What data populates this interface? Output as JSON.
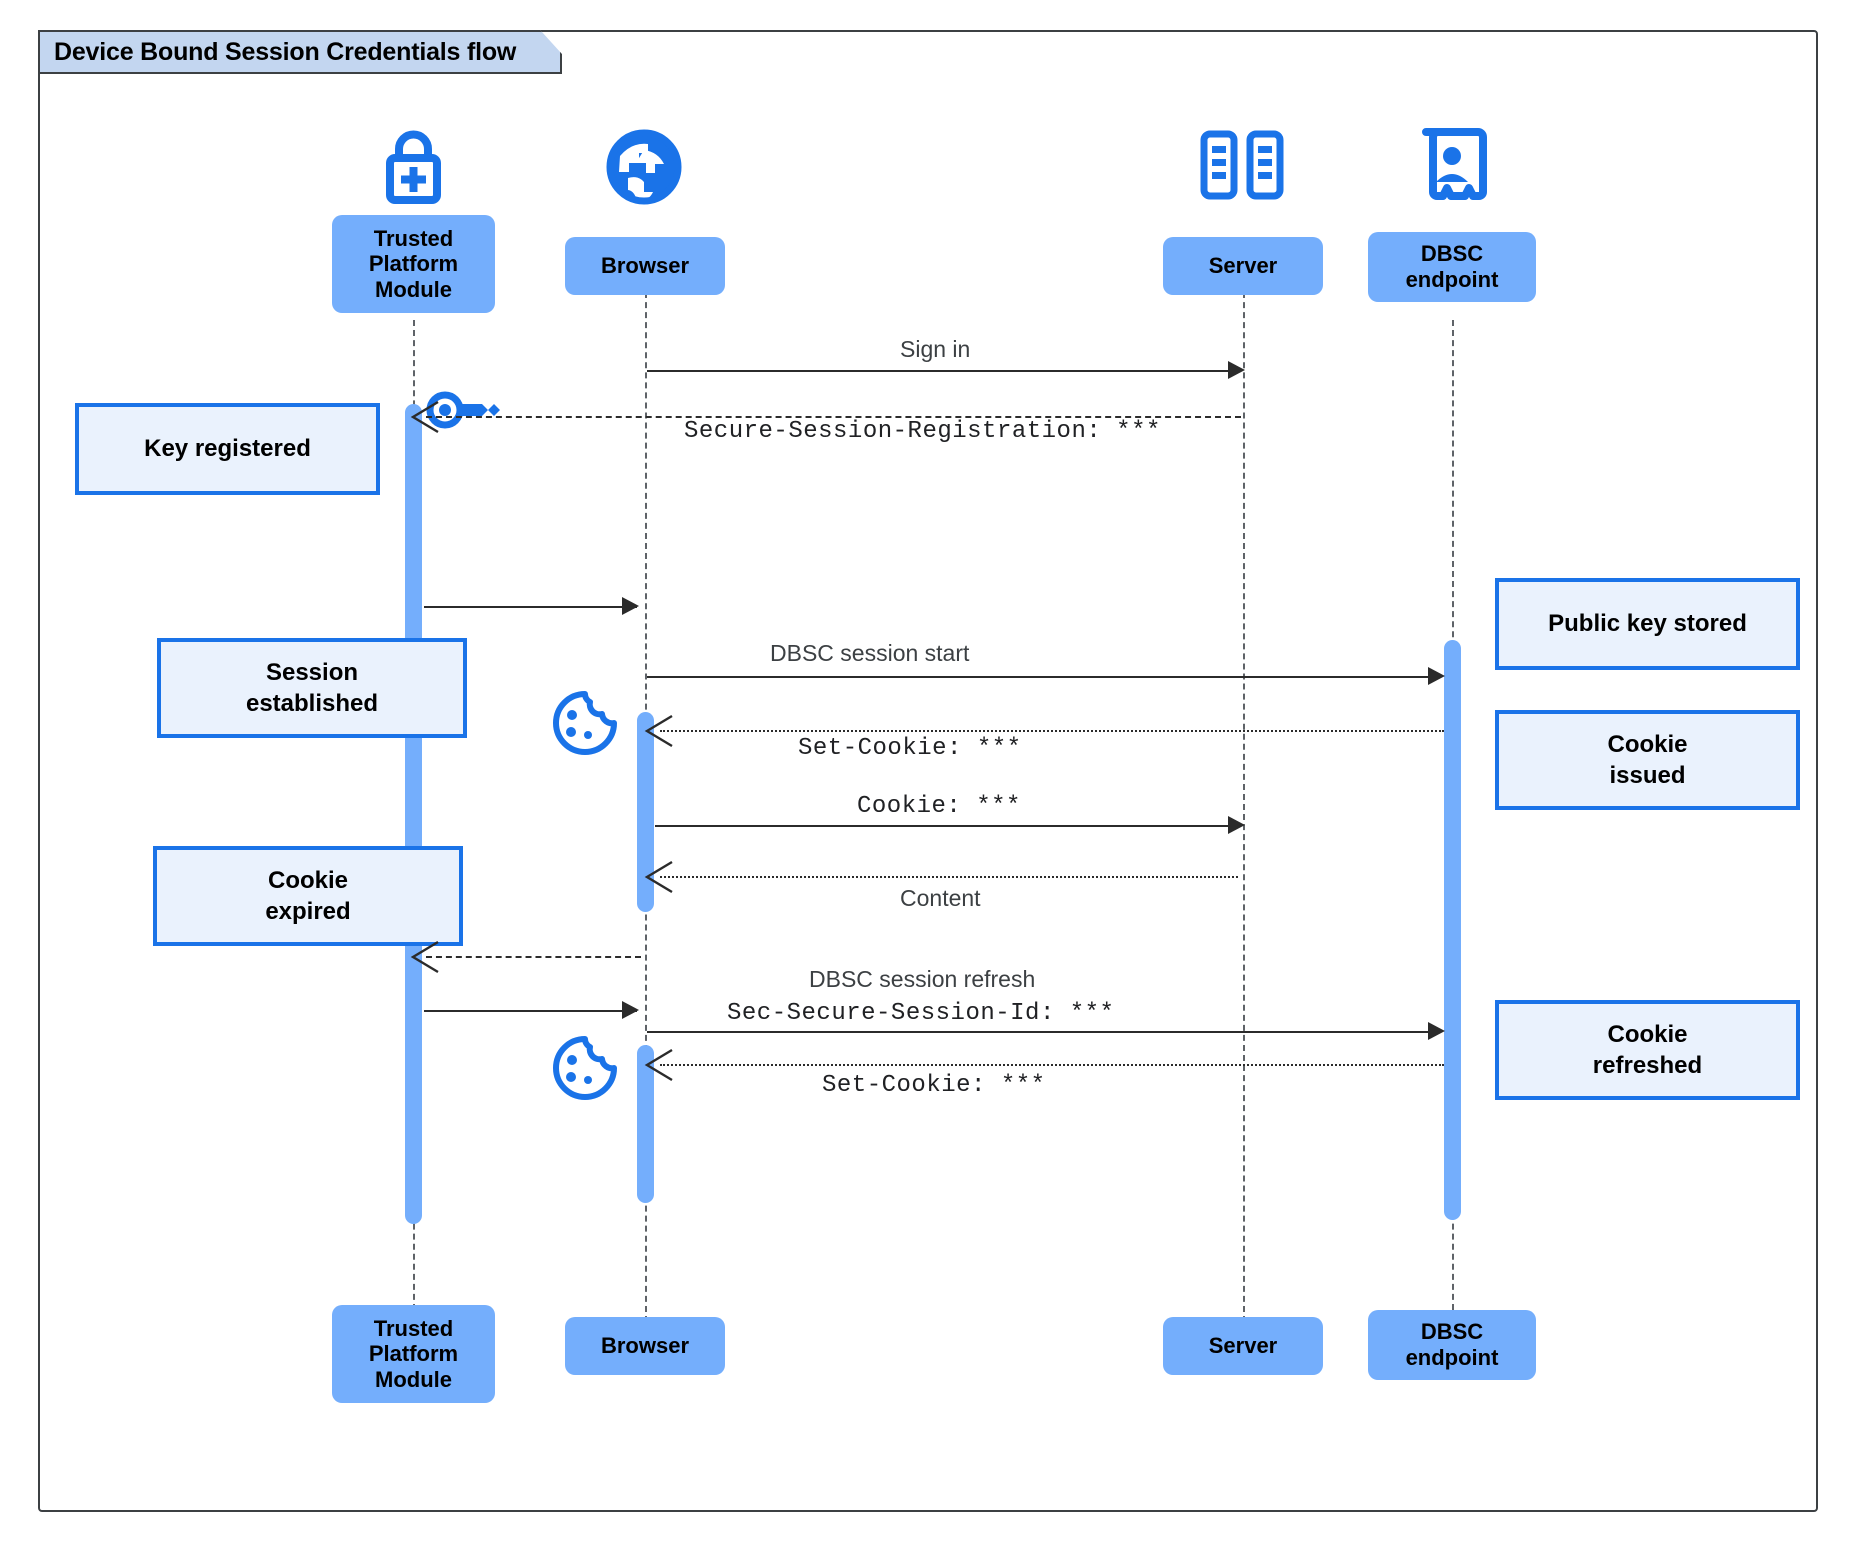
{
  "diagram": {
    "title": "Device Bound Session Credentials flow",
    "type": "uml-sequence-diagram",
    "colors": {
      "participant_fill": "#74aefc",
      "note_fill": "#eaf2fd",
      "note_border": "#1a73e8",
      "icon_blue": "#1a73e8",
      "frame_border": "#3c4043",
      "frame_tab_fill": "#c3d6f0",
      "line": "#2b2b2b"
    }
  },
  "participants": [
    {
      "id": "tpm",
      "label": "Trusted\nPlatform\nModule",
      "label_line1": "Trusted",
      "label_line2": "Platform",
      "label_line3": "Module",
      "icon": "padlock-plus-icon"
    },
    {
      "id": "browser",
      "label": "Browser",
      "icon": "globe-icon"
    },
    {
      "id": "server",
      "label": "Server",
      "icon": "server-racks-icon"
    },
    {
      "id": "dbsc",
      "label": "DBSC\nendpoint",
      "label_line1": "DBSC",
      "label_line2": "endpoint",
      "icon": "id-badge-icon"
    }
  ],
  "footer_participants": [
    {
      "id": "tpm",
      "label_line1": "Trusted",
      "label_line2": "Platform",
      "label_line3": "Module"
    },
    {
      "id": "browser",
      "label": "Browser"
    },
    {
      "id": "server",
      "label": "Server"
    },
    {
      "id": "dbsc",
      "label_line1": "DBSC",
      "label_line2": "endpoint"
    }
  ],
  "messages": [
    {
      "id": "m1",
      "from": "browser",
      "to": "server",
      "label": "Sign in",
      "style": "solid",
      "font": "sans"
    },
    {
      "id": "m2",
      "from": "server",
      "to": "tpm",
      "label": "Secure-Session-Registration: ***",
      "style": "dashed",
      "font": "mono"
    },
    {
      "id": "m3",
      "from": "tpm",
      "to": "browser",
      "label": "",
      "style": "solid",
      "font": "sans"
    },
    {
      "id": "m4",
      "from": "browser",
      "to": "dbsc",
      "label": "DBSC session start",
      "style": "solid",
      "font": "sans"
    },
    {
      "id": "m5",
      "from": "dbsc",
      "to": "browser",
      "label": "Set-Cookie: ***",
      "style": "dotted",
      "font": "mono"
    },
    {
      "id": "m6",
      "from": "browser",
      "to": "server",
      "label": "Cookie: ***",
      "style": "solid",
      "font": "mono"
    },
    {
      "id": "m7",
      "from": "server",
      "to": "browser",
      "label": "Content",
      "style": "dotted",
      "font": "sans"
    },
    {
      "id": "m8",
      "from": "browser",
      "to": "tpm",
      "label": "",
      "style": "dashed",
      "font": "sans"
    },
    {
      "id": "m9",
      "from": "tpm",
      "to": "dbsc",
      "label_line1": "DBSC session refresh",
      "label_line2": "Sec-Secure-Session-Id: ***",
      "style": "solid",
      "font": "mixed"
    },
    {
      "id": "m10",
      "from": "dbsc",
      "to": "browser",
      "label": "Set-Cookie: ***",
      "style": "dotted",
      "font": "mono"
    }
  ],
  "notes": [
    {
      "id": "n1",
      "text": "Key registered",
      "side": "left",
      "of": "tpm"
    },
    {
      "id": "n2",
      "text_line1": "Session",
      "text_line2": "established",
      "side": "left",
      "of": "tpm"
    },
    {
      "id": "n3",
      "text_line1": "Cookie",
      "text_line2": "expired",
      "side": "left",
      "of": "tpm"
    },
    {
      "id": "n4",
      "text": "Public key stored",
      "side": "right",
      "of": "dbsc"
    },
    {
      "id": "n5",
      "text_line1": "Cookie",
      "text_line2": "issued",
      "side": "right",
      "of": "dbsc"
    },
    {
      "id": "n6",
      "text_line1": "Cookie",
      "text_line2": "refreshed",
      "side": "right",
      "of": "dbsc"
    }
  ],
  "inline_icons": [
    {
      "id": "key1",
      "name": "key-icon",
      "near": "tpm"
    },
    {
      "id": "cookie1",
      "name": "cookie-icon",
      "near": "browser"
    },
    {
      "id": "cookie2",
      "name": "cookie-icon",
      "near": "browser"
    }
  ]
}
